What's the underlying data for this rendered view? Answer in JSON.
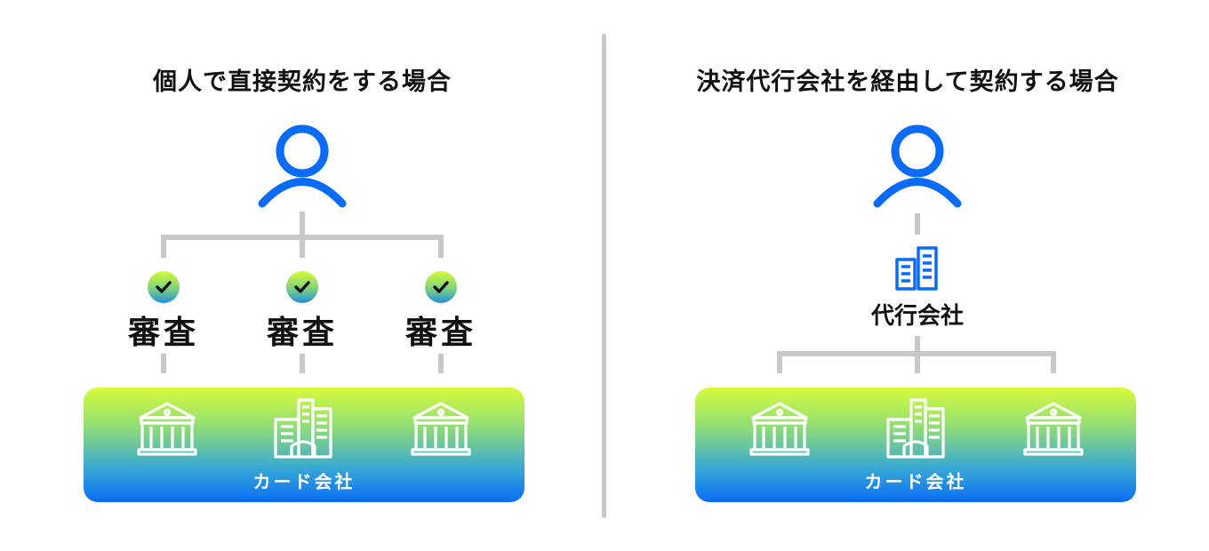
{
  "left": {
    "title": "個人で直接契約をする場合",
    "reviews": [
      "審査",
      "審査",
      "審査"
    ],
    "card_label": "カード会社",
    "icons": [
      "bank-icon",
      "office-building-icon",
      "bank-icon"
    ]
  },
  "right": {
    "title": "決済代行会社を経由して契約する場合",
    "agency_label": "代行会社",
    "card_label": "カード会社",
    "icons": [
      "bank-icon",
      "office-building-icon",
      "bank-icon"
    ]
  },
  "colors": {
    "accent_blue": "#0a6cf6",
    "connector_gray": "#c8c8c8",
    "gradient_top": "#d8fb3c",
    "gradient_bottom": "#0a6cf6"
  }
}
